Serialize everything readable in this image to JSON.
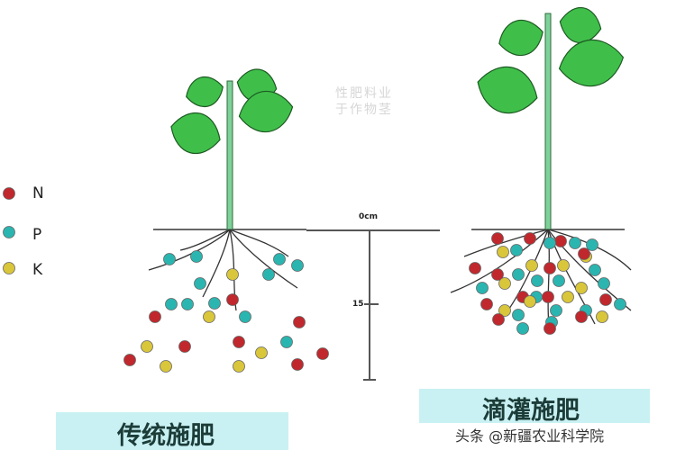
{
  "legend": [
    {
      "label": "N",
      "color": "#c0282d"
    },
    {
      "label": "P",
      "color": "#2bb5b0"
    },
    {
      "label": "K",
      "color": "#d9c63a"
    }
  ],
  "scale": {
    "top_label": "0cm",
    "mid_label": "15"
  },
  "panels": {
    "left": {
      "caption": "传统施肥"
    },
    "right": {
      "caption": "滴灌施肥"
    }
  },
  "watermark": {
    "line1": "性肥料业",
    "line2": "于作物茎"
  },
  "credit": "头条 @新疆农业科学院"
}
